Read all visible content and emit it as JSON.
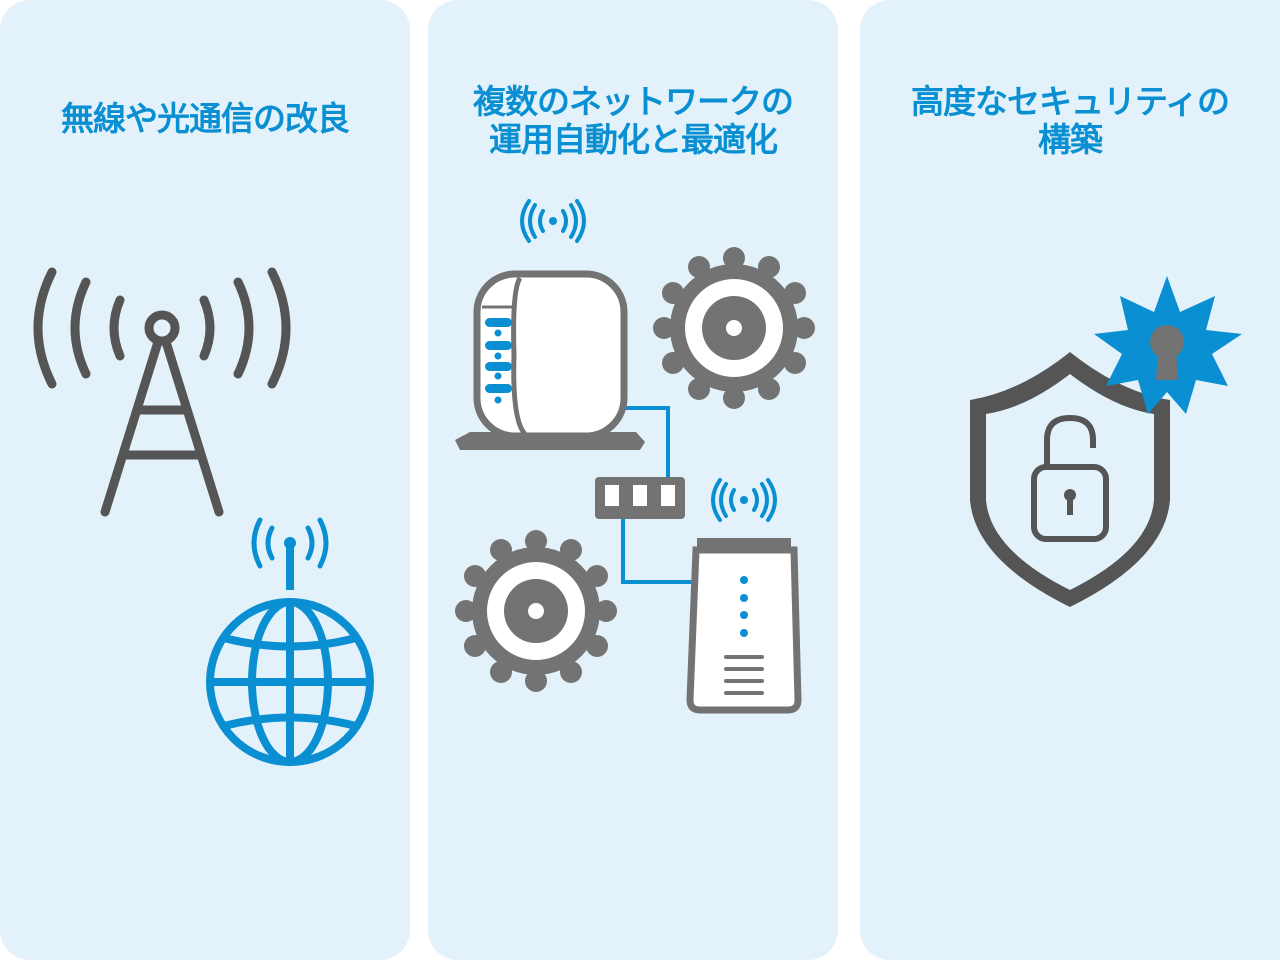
{
  "panels": [
    {
      "title": "無線や光通信の改良",
      "icons": [
        "radio-tower-icon",
        "globe-icon",
        "wireless-signal-icon"
      ]
    },
    {
      "title_line1": "複数のネットワークの",
      "title_line2": "運用自動化と最適化",
      "icons": [
        "router-icon",
        "gear-icon",
        "network-switch-icon",
        "access-point-icon",
        "wireless-signal-icon"
      ]
    },
    {
      "title_line1": "高度なセキュリティの",
      "title_line2": "構築",
      "icons": [
        "shield-icon",
        "padlock-icon",
        "starburst-keyhole-icon"
      ]
    }
  ],
  "colors": {
    "accent": "#0a8fd3",
    "panel_bg": "#e3f2fa",
    "icon_gray": "#737373",
    "icon_dark": "#555555"
  }
}
